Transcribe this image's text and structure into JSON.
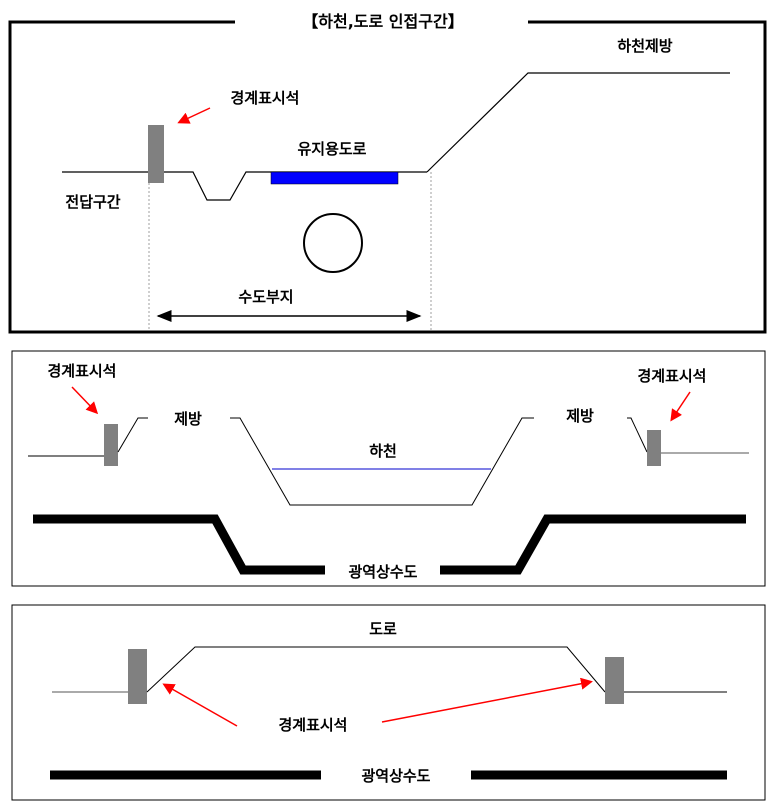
{
  "colors": {
    "marker_post": "#808080",
    "arrow": "#ff0000",
    "maintenance_road": "#0000ff",
    "water_line": "#0000cc"
  },
  "panel1": {
    "title": "【하천,도로 인접구간】",
    "levee_label": "하천제방",
    "marker_label": "경계표시석",
    "road_label": "유지용도로",
    "field_label": "전답구간",
    "site_label": "수도부지"
  },
  "panel2": {
    "marker_label_left": "경계표시석",
    "marker_label_right": "경계표시석",
    "levee_label_left": "제방",
    "levee_label_right": "제방",
    "river_label": "하천",
    "pipe_label": "광역상수도"
  },
  "panel3": {
    "road_label": "도로",
    "marker_label": "경계표시석",
    "pipe_label": "광역상수도"
  }
}
